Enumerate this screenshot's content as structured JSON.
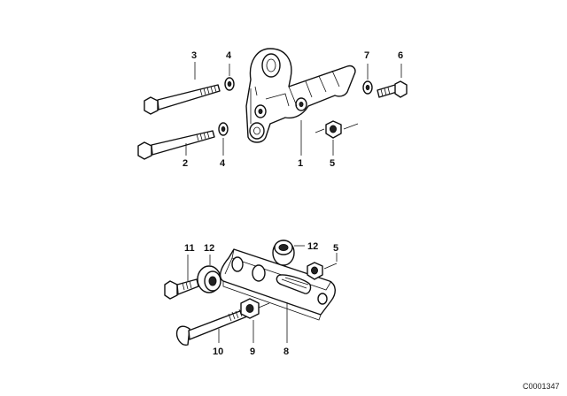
{
  "diagram": {
    "callouts": [
      {
        "id": "c1",
        "label": "1"
      },
      {
        "id": "c2",
        "label": "2"
      },
      {
        "id": "c3",
        "label": "3"
      },
      {
        "id": "c4a",
        "label": "4"
      },
      {
        "id": "c4b",
        "label": "4"
      },
      {
        "id": "c5a",
        "label": "5"
      },
      {
        "id": "c6",
        "label": "6"
      },
      {
        "id": "c7",
        "label": "7"
      },
      {
        "id": "c8",
        "label": "8"
      },
      {
        "id": "c9",
        "label": "9"
      },
      {
        "id": "c10",
        "label": "10"
      },
      {
        "id": "c11",
        "label": "11"
      },
      {
        "id": "c12a",
        "label": "12"
      },
      {
        "id": "c12b",
        "label": "12"
      },
      {
        "id": "c5b",
        "label": "5"
      }
    ],
    "drawing_code": "C0001347"
  }
}
